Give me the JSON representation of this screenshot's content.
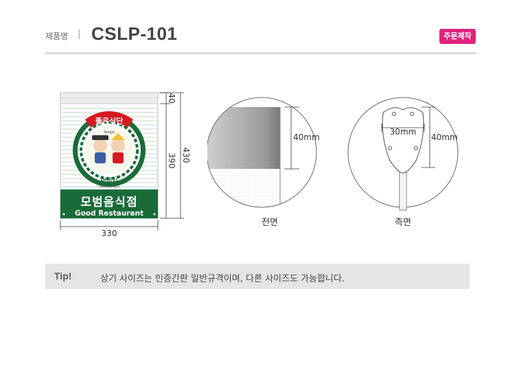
{
  "header": {
    "label": "제품명",
    "separator": "|",
    "product_code": "CSLP-101",
    "order_button": "주문제작"
  },
  "sign": {
    "arc_text": "좋은식단",
    "brand": "Yangju",
    "city": "양주시",
    "city_url": "www.yangju.go.kr",
    "title_ko": "모범음식점",
    "title_en": "Good Restaurant"
  },
  "dimensions": {
    "top": "40",
    "body": "390",
    "total": "430",
    "width": "330"
  },
  "front_view": {
    "measure": "40mm",
    "caption": "전면"
  },
  "side_view": {
    "width_measure": "30mm",
    "height_measure": "40mm",
    "caption": "측면"
  },
  "tip": {
    "title": "Tip!",
    "text": "상기 사이즈는 인증간판 일반규격이며, 다른 사이즈도 가능합니다."
  },
  "colors": {
    "accent": "#e0237e",
    "sign_green": "#1a6b3a",
    "sign_red": "#d71920"
  }
}
